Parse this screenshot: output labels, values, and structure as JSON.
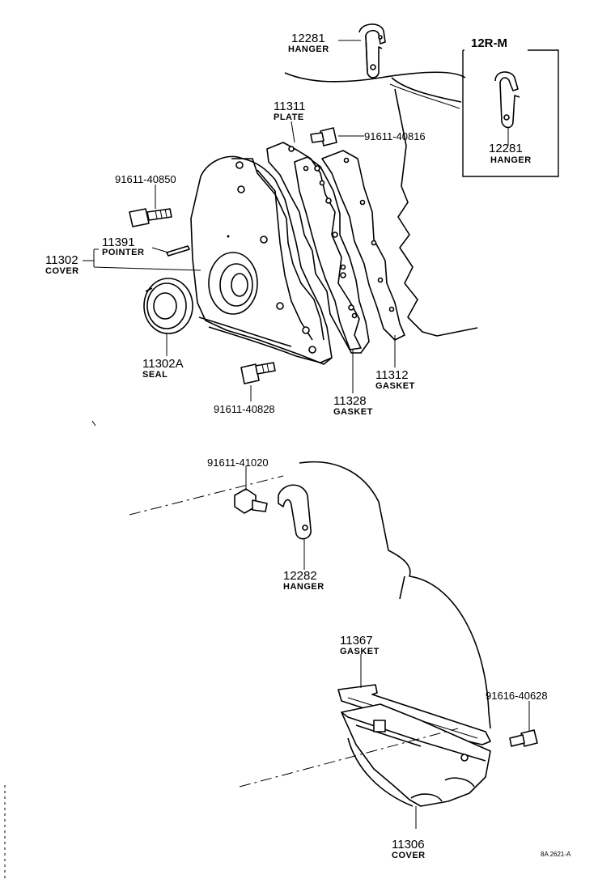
{
  "callouts": {
    "hanger_12281_top": {
      "number": "12281",
      "name": "HANGER"
    },
    "variant_label": "12R-M",
    "hanger_12281_inset": {
      "number": "12281",
      "name": "HANGER"
    },
    "plate_11311": {
      "number": "11311",
      "name": "PLATE"
    },
    "bolt_91611_40816": {
      "number": "91611-40816"
    },
    "bolt_91611_40850": {
      "number": "91611-40850"
    },
    "pointer_11391": {
      "number": "11391",
      "name": "POINTER"
    },
    "cover_11302": {
      "number": "11302",
      "name": "COVER"
    },
    "seal_11302A": {
      "number": "11302A",
      "name": "SEAL"
    },
    "bolt_91611_40828": {
      "number": "91611-40828"
    },
    "gasket_11328": {
      "number": "11328",
      "name": "GASKET"
    },
    "gasket_11312": {
      "number": "11312",
      "name": "GASKET"
    },
    "bolt_91611_41020": {
      "number": "91611-41020"
    },
    "hanger_12282": {
      "number": "12282",
      "name": "HANGER"
    },
    "gasket_11367": {
      "number": "11367",
      "name": "GASKET"
    },
    "bolt_91616_40628": {
      "number": "91616-40628"
    },
    "cover_11306": {
      "number": "11306",
      "name": "COVER"
    }
  },
  "drawing_code": "8A 2621-A"
}
